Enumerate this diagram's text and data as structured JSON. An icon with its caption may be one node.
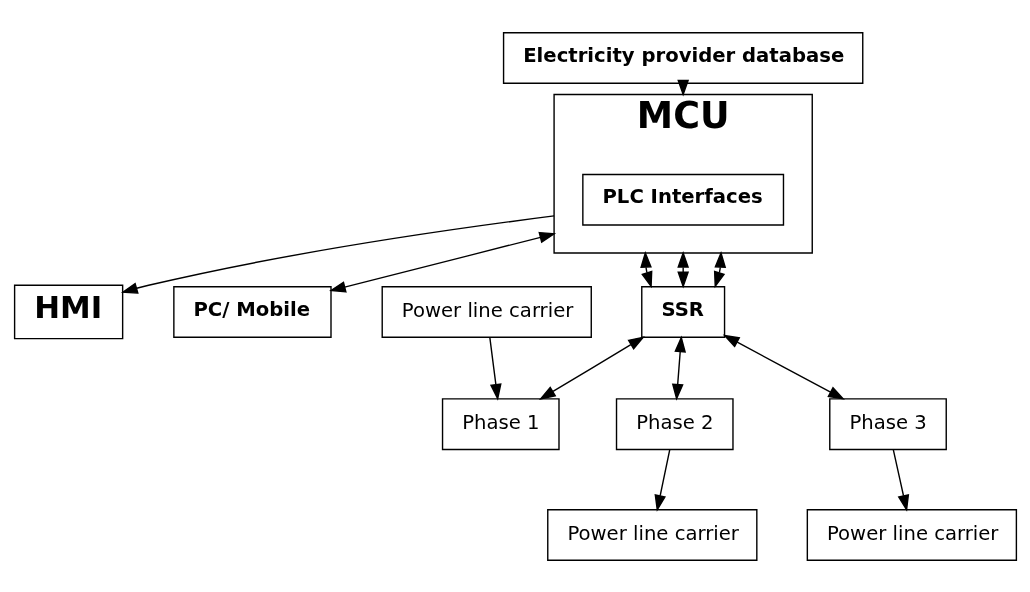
{
  "diagram": {
    "nodes": [
      {
        "text": [
          "Electricity provider database"
        ]
      },
      {
        "text": [
          "MCU"
        ]
      },
      {
        "text": [
          "PLC Interfaces"
        ],
        "in": 1
      },
      {
        "text": [
          "HMI"
        ]
      },
      {
        "text": [
          "PC/ Mobile"
        ]
      },
      {
        "text": [
          "SSR"
        ]
      },
      {
        "text": [
          "Power line carrier"
        ]
      },
      {
        "text": [
          "Power line carrier"
        ]
      },
      {
        "text": [
          "Power line carrier"
        ]
      },
      {
        "text": [
          "Phase 1"
        ]
      },
      {
        "text": [
          "Phase 2"
        ]
      },
      {
        "text": [
          "Phase 3"
        ]
      }
    ],
    "edges": [
      {
        "from": 0,
        "to": 1,
        "arrow": "to"
      },
      {
        "from": 1,
        "to": 3,
        "arrow": "to"
      },
      {
        "from": 1,
        "to": 4,
        "arrow": "both"
      },
      {
        "from": 1,
        "to": 5,
        "arrow": "both"
      },
      {
        "from": 1,
        "to": 5,
        "arrow": "both"
      },
      {
        "from": 1,
        "to": 5,
        "arrow": "both"
      },
      {
        "from": 5,
        "to": 9,
        "arrow": "both"
      },
      {
        "from": 5,
        "to": 10,
        "arrow": "both"
      },
      {
        "from": 5,
        "to": 11,
        "arrow": "both"
      },
      {
        "from": 6,
        "to": 9,
        "arrow": "to"
      },
      {
        "from": 10,
        "to": 7,
        "arrow": "to"
      },
      {
        "from": 11,
        "to": 8,
        "arrow": "to"
      }
    ]
  }
}
